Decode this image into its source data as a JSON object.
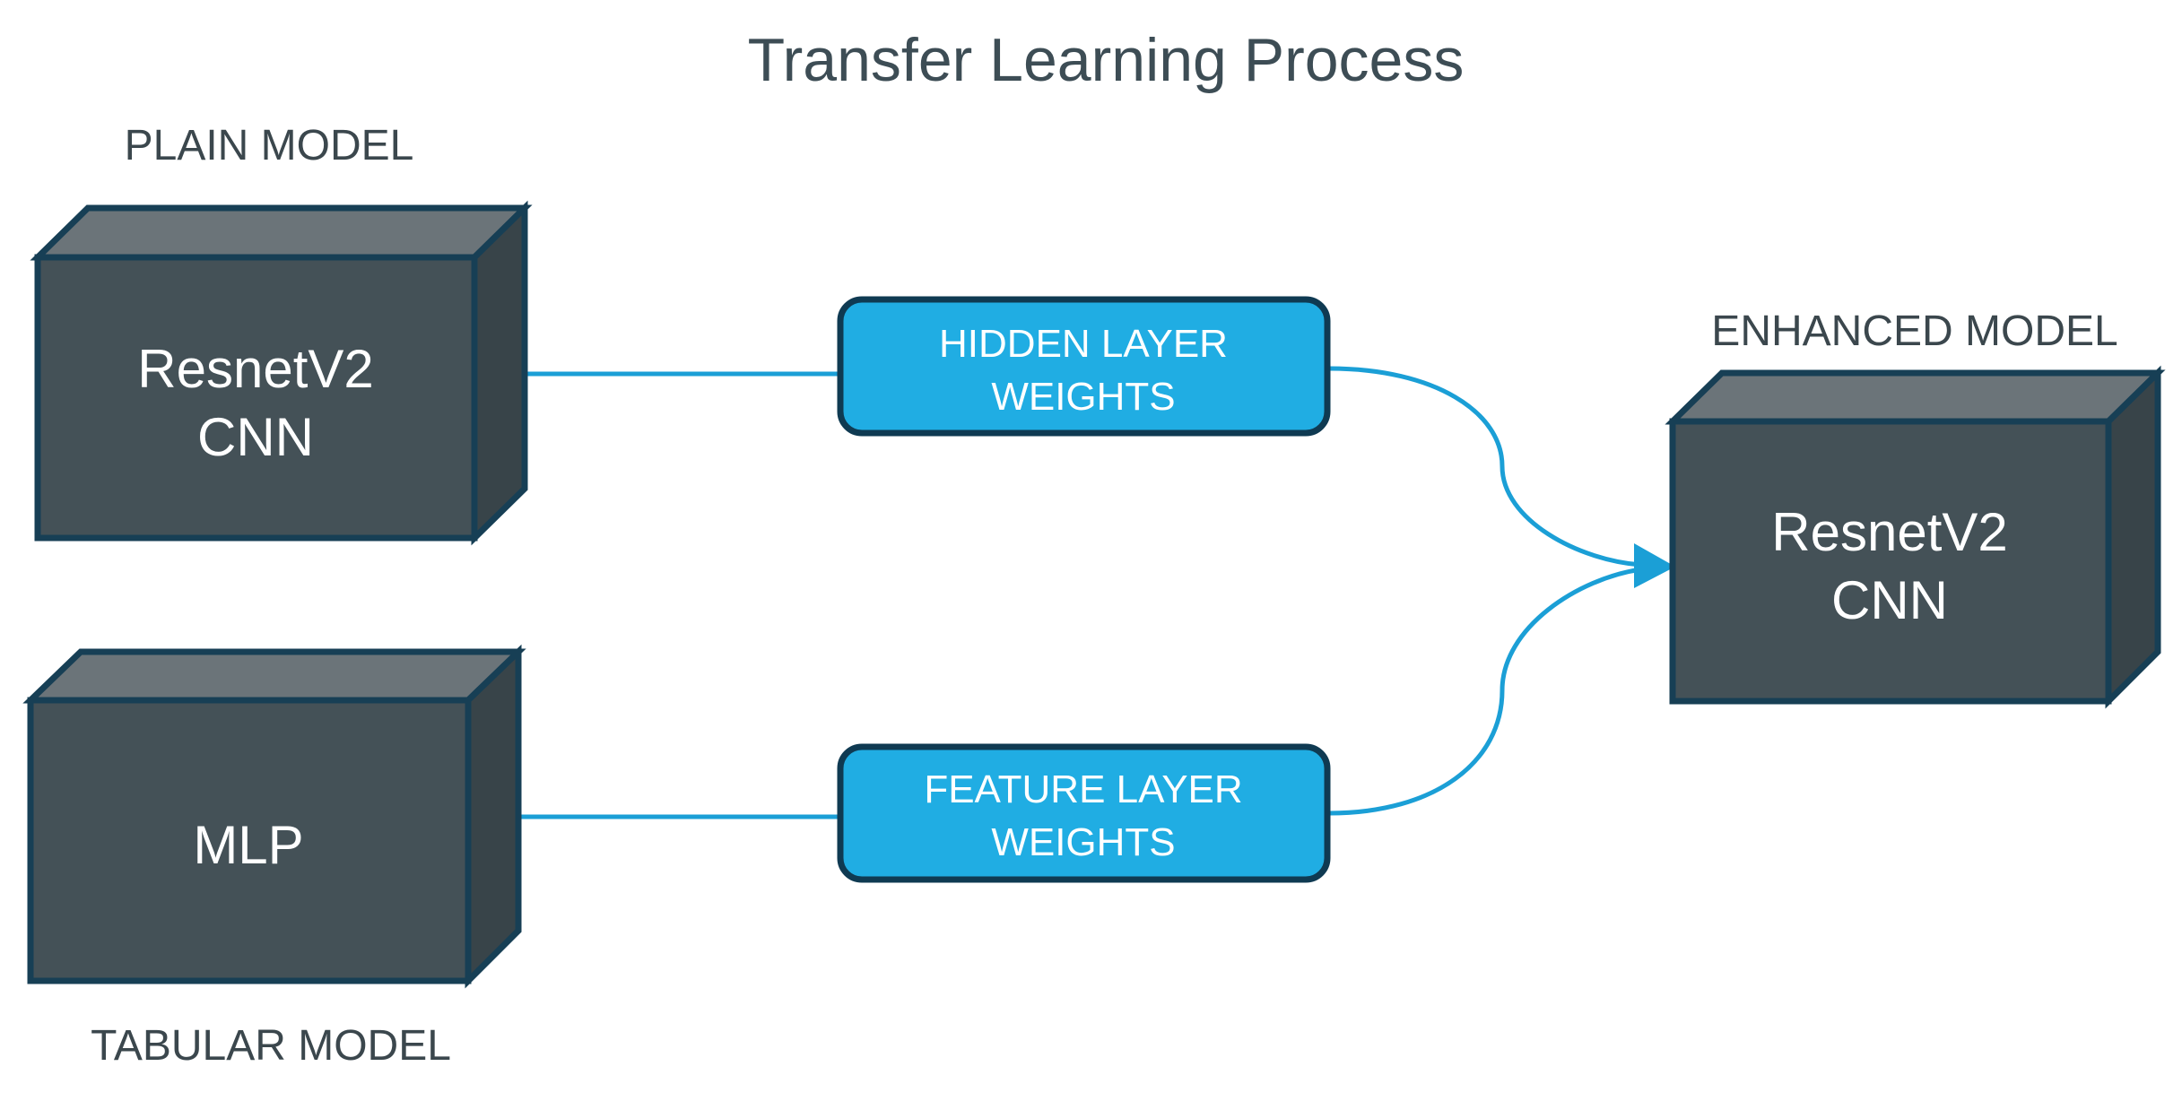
{
  "title": "Transfer Learning Process",
  "plain_model": {
    "label": "PLAIN MODEL",
    "line1": "ResnetV2",
    "line2": "CNN"
  },
  "tabular_model": {
    "label": "TABULAR MODEL",
    "line1": "MLP"
  },
  "enhanced_model": {
    "label": "ENHANCED MODEL",
    "line1": "ResnetV2",
    "line2": "CNN"
  },
  "hidden_weights": {
    "line1": "HIDDEN LAYER",
    "line2": "WEIGHTS"
  },
  "feature_weights": {
    "line1": "FEATURE LAYER",
    "line2": "WEIGHTS"
  },
  "colors": {
    "cube_front": "#445157",
    "cube_top": "#6b7479",
    "cube_side": "#384449",
    "outline": "#173f55",
    "weights_fill": "#20ade3",
    "connector": "#1b9fd6"
  }
}
